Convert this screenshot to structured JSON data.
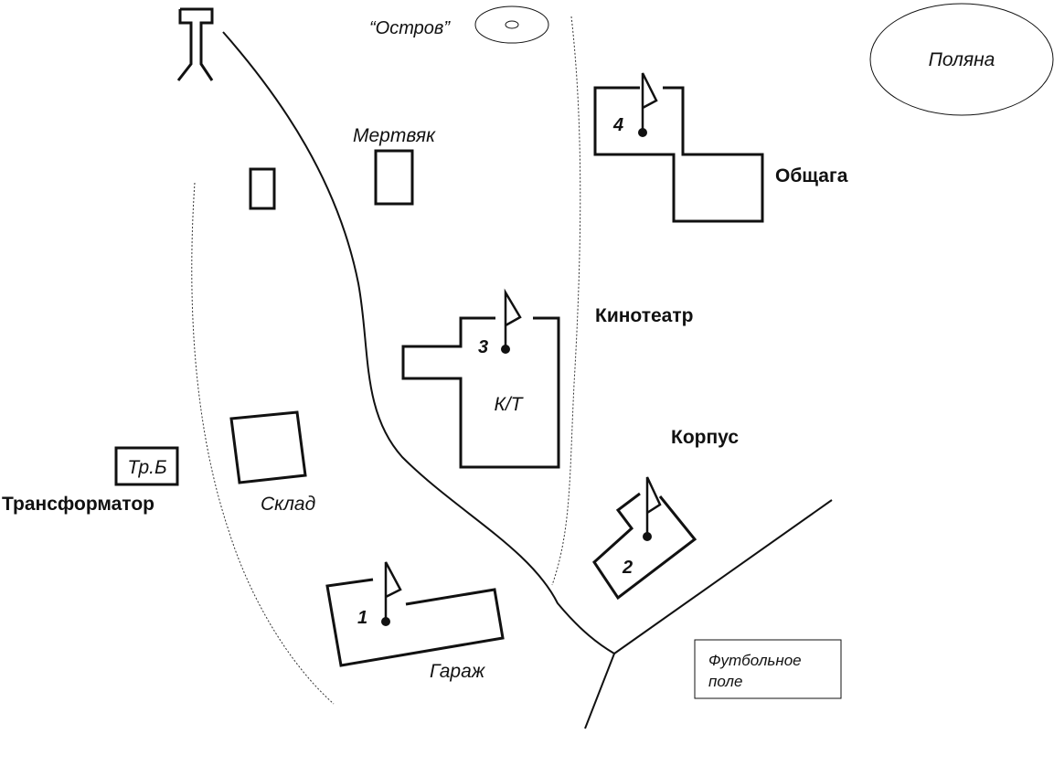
{
  "labels": {
    "ostrov": "“Остров”",
    "polyana": "Поляна",
    "mertvyak": "Мертвяк",
    "obshchaga": "Общага",
    "kinoteatr": "Кинотеатр",
    "kt": "К/Т",
    "korpus": "Корпус",
    "trb": "Тр.Б",
    "transformator": "Трансформатор",
    "sklad": "Склад",
    "garazh": "Гараж",
    "football_line1": "Футбольное",
    "football_line2": "поле"
  },
  "checkpoints": [
    {
      "number": "1"
    },
    {
      "number": "2"
    },
    {
      "number": "3"
    },
    {
      "number": "4"
    }
  ],
  "colors": {
    "ink": "#111111",
    "background": "#ffffff"
  },
  "icons": [
    "water-tower-icon",
    "checkpoint-flag-icon"
  ]
}
